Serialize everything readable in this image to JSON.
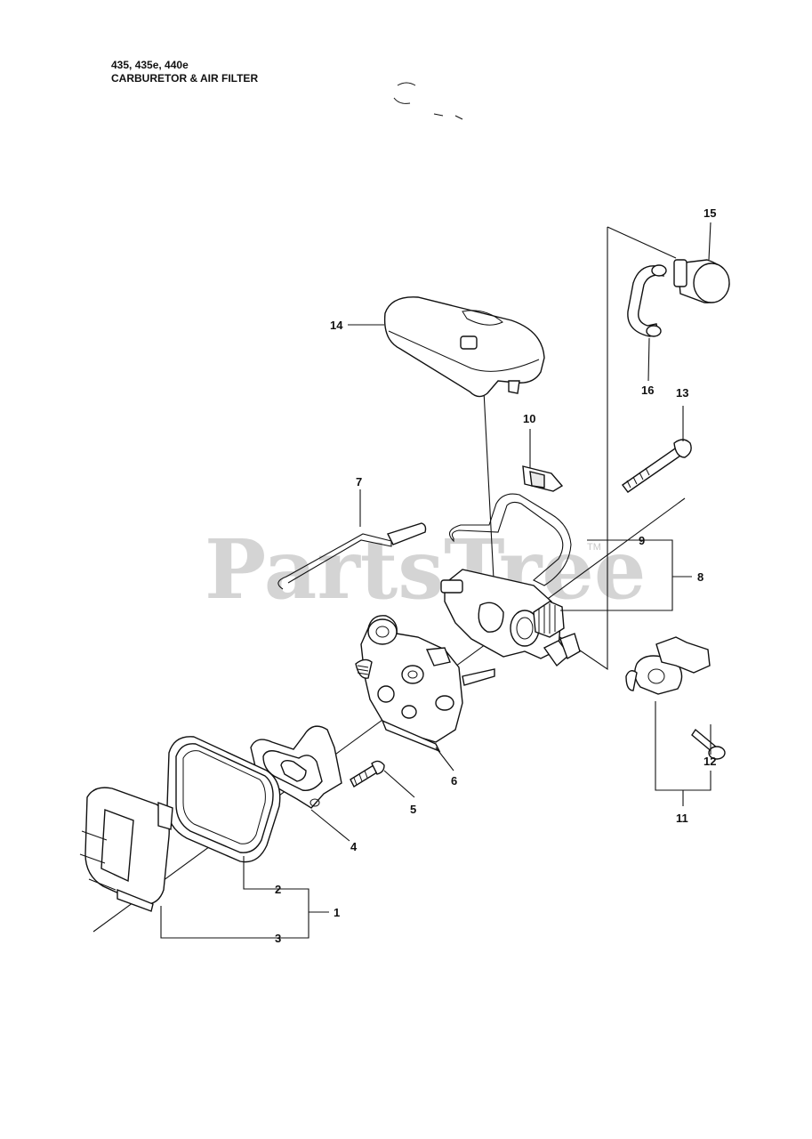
{
  "header": {
    "models": "435, 435e, 440e",
    "section": "CARBURETOR & AIR FILTER"
  },
  "watermark": {
    "text": "PartsTree",
    "tm": "TM"
  },
  "callouts": {
    "c1": "1",
    "c2": "2",
    "c3": "3",
    "c4": "4",
    "c5": "5",
    "c6": "6",
    "c7": "7",
    "c8": "8",
    "c9": "9",
    "c10": "10",
    "c11": "11",
    "c12": "12",
    "c13": "13",
    "c14": "14",
    "c15": "15",
    "c16": "16"
  }
}
